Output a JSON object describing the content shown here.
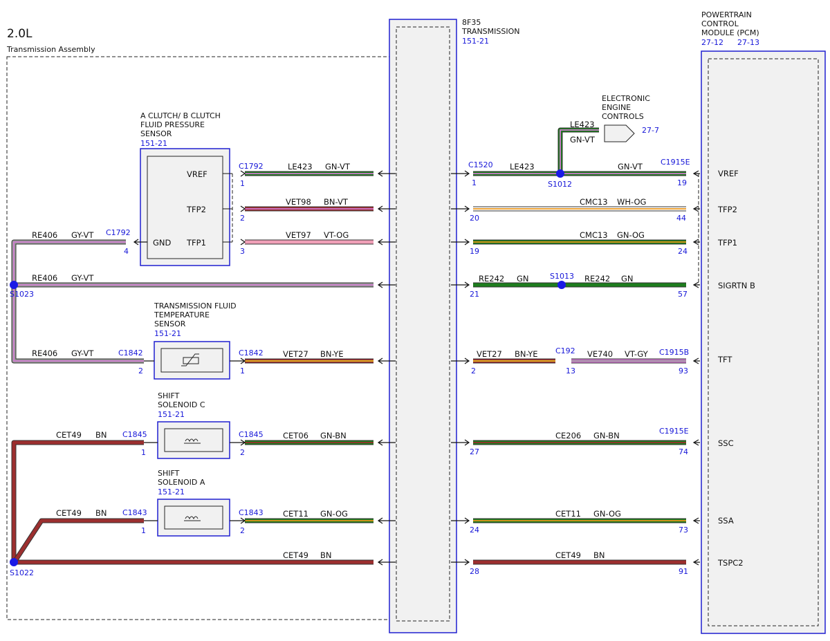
{
  "title": "2.0L",
  "subtitle": "Transmission Assembly",
  "transmission": {
    "l1": "8F35",
    "l2": "TRANSMISSION",
    "ref": "151-21"
  },
  "pcm": {
    "l1": "POWERTRAIN",
    "l2": "CONTROL",
    "l3": "MODULE (PCM)",
    "ref1": "27-12",
    "ref2": "27-13",
    "pins": [
      "VREF",
      "TFP2",
      "TFP1",
      "SIGRTN B",
      "TFT",
      "SSC",
      "SSA",
      "TSPC2"
    ]
  },
  "eec": {
    "l1": "ELECTRONIC",
    "l2": "ENGINE",
    "l3": "CONTROLS",
    "ref": "27-7",
    "circuit": "LE423",
    "color": "GN-VT"
  },
  "sensor_ab": {
    "l1": "A CLUTCH/ B CLUTCH",
    "l2": "FLUID PRESSURE",
    "l3": "SENSOR",
    "ref": "151-21",
    "pins": [
      "VREF",
      "TFP2",
      "TFP1",
      "GND"
    ]
  },
  "sensor_tft": {
    "l1": "TRANSMISSION FLUID",
    "l2": "TEMPERATURE",
    "l3": "SENSOR",
    "ref": "151-21"
  },
  "sol_c": {
    "l1": "SHIFT",
    "l2": "SOLENOID C",
    "ref": "151-21"
  },
  "sol_a": {
    "l1": "SHIFT",
    "l2": "SOLENOID A",
    "ref": "151-21"
  },
  "splices": {
    "s1012": "S1012",
    "s1013": "S1013",
    "s1022": "S1022",
    "s1023": "S1023"
  },
  "connectors": {
    "c1792": "C1792",
    "c1842": "C1842",
    "c1845": "C1845",
    "c1843": "C1843",
    "c1520": "C1520",
    "c1915e": "C1915E",
    "c192": "C192",
    "c1915b": "C1915B"
  },
  "pins": {
    "p1": "1",
    "p2": "2",
    "p3": "3",
    "p4": "4",
    "p13": "13",
    "p19": "19",
    "p20": "20",
    "p21": "21",
    "p24": "24",
    "p27": "27",
    "p28": "28",
    "p44": "44",
    "p57": "57",
    "p73": "73",
    "p74": "74",
    "p91": "91",
    "p93": "93"
  },
  "circuits": {
    "le423": "LE423",
    "vet98": "VET98",
    "vet97": "VET97",
    "re406": "RE406",
    "vet27": "VET27",
    "cet06": "CET06",
    "cet11": "CET11",
    "cet49": "CET49",
    "cmc13": "CMC13",
    "re242": "RE242",
    "ve740": "VE740",
    "ce206": "CE206"
  },
  "colors": {
    "gnvt": "GN-VT",
    "bnvt": "BN-VT",
    "vtog": "VT-OG",
    "gyvt": "GY-VT",
    "bnye": "BN-YE",
    "gnbn": "GN-BN",
    "gnog": "GN-OG",
    "bn": "BN",
    "whog": "WH-OG",
    "gn": "GN",
    "vtgy": "VT-GY"
  },
  "wire_colors": {
    "GN": "#1e7d1e",
    "VT": "#d27ad2",
    "BN": "#9c2f2f",
    "GY": "#999999",
    "YE": "#e8c020",
    "OG": "#e8941a",
    "WH": "#ffffff",
    "PK": "#f0a0b8"
  }
}
